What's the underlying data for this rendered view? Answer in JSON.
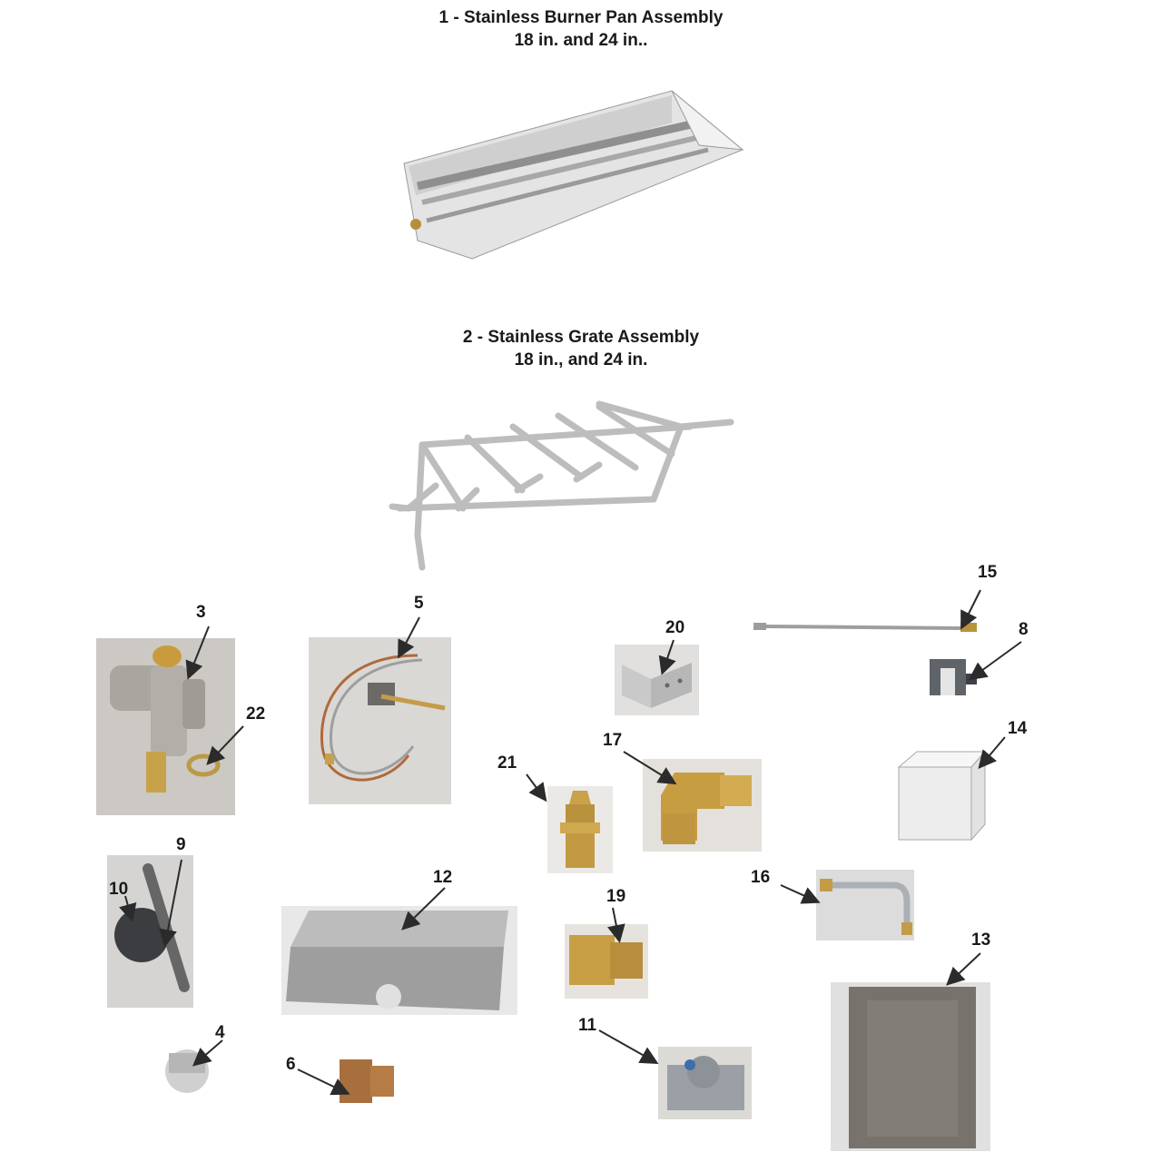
{
  "titles": {
    "burner_pan": {
      "line1": "1 - Stainless Burner Pan Assembly",
      "line2": "18 in. and 24 in.."
    },
    "grate": {
      "line1": "2 - Stainless Grate Assembly",
      "line2": "18 in., and 24 in."
    }
  },
  "callouts": {
    "c3": "3",
    "c4": "4",
    "c5": "5",
    "c6": "6",
    "c8": "8",
    "c9": "9",
    "c10": "10",
    "c11": "11",
    "c12": "12",
    "c13": "13",
    "c14": "14",
    "c15": "15",
    "c16": "16",
    "c17": "17",
    "c19": "19",
    "c20": "20",
    "c21": "21",
    "c22": "22"
  },
  "colors": {
    "stainless": "#c9c9c9",
    "brass": "#c9a24a",
    "photo_bg": "#d8d6d4",
    "text": "#1a1a1a"
  }
}
